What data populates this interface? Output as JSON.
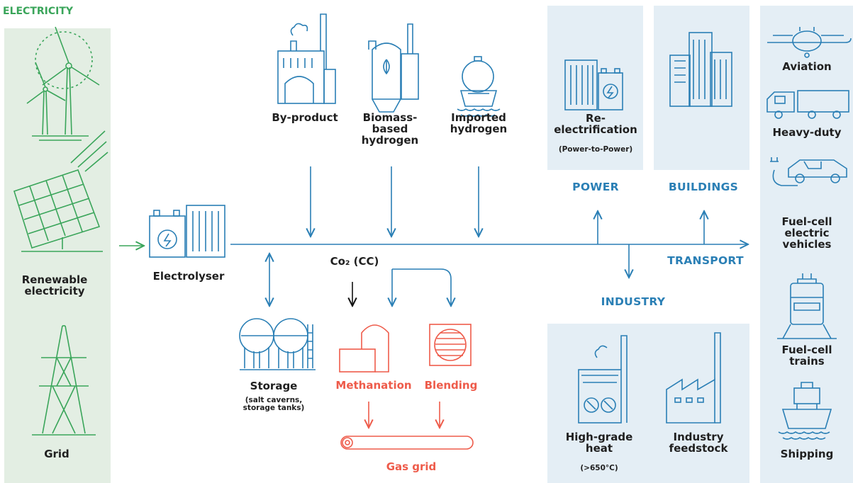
{
  "header": {
    "electricity": "ELECTRICITY"
  },
  "sources": {
    "renewable": "Renewable electricity",
    "grid": "Grid"
  },
  "electrolyser": "Electrolyser",
  "hydrogen_sources": {
    "by_product": "By-product",
    "biomass": "Biomass-based hydrogen",
    "imported": "Imported hydrogen"
  },
  "co2_label": "Co₂ (CC)",
  "storage": {
    "title": "Storage",
    "subtitle": "(salt caverns, storage tanks)"
  },
  "gas": {
    "methanation": "Methanation",
    "blending": "Blending",
    "grid": "Gas grid"
  },
  "sectors": {
    "power": "POWER",
    "buildings": "BUILDINGS",
    "transport": "TRANSPORT",
    "industry": "INDUSTRY"
  },
  "power_use": {
    "title": "Re-electrification",
    "subtitle": "(Power-to-Power)"
  },
  "industry_use": {
    "heat": "High-grade heat",
    "heat_sub": "(>650°C)",
    "feedstock": "Industry feedstock"
  },
  "transport_use": {
    "aviation": "Aviation",
    "heavy": "Heavy-duty",
    "fcev": "Fuel-cell electric vehicles",
    "trains": "Fuel-cell trains",
    "shipping": "Shipping"
  },
  "colors": {
    "green": "#3aa55a",
    "blue": "#2a7fb5",
    "red": "#ee5b4a",
    "panel_green": "#e3eee3",
    "panel_blue": "#e4eef5"
  }
}
